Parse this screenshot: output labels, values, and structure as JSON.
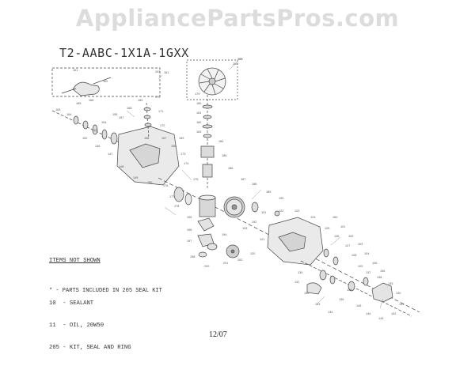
{
  "watermark": "AppliancePartsPros.com",
  "model_number": "T2-AABC-1X1A-1GXX",
  "notes": {
    "header": "ITEMS NOT SHOWN",
    "items": [
      "10  - SEALANT",
      "11  - OIL, 20W50",
      "205 - KIT, SEAL AND RING"
    ],
    "footnote": "* - PARTS INCLUDED IN 205 SEAL KIT"
  },
  "date_code": "12/07",
  "callouts": {
    "fan": "204",
    "inset_box": "203",
    "labels": [
      "199",
      "151",
      "161",
      "162",
      "163",
      "164",
      "165",
      "166",
      "167",
      "168",
      "169",
      "170",
      "171",
      "172",
      "173",
      "174",
      "175",
      "176",
      "177",
      "178",
      "179",
      "180",
      "181",
      "182",
      "183",
      "184",
      "185",
      "186",
      "187",
      "188",
      "189",
      "190",
      "191",
      "192",
      "193",
      "194",
      "195",
      "196",
      "197",
      "198",
      "200",
      "201",
      "202",
      "120",
      "121",
      "122",
      "123",
      "124",
      "125",
      "126",
      "127",
      "128",
      "129",
      "130",
      "131",
      "132",
      "133",
      "134",
      "135",
      "136",
      "137",
      "138",
      "139",
      "140",
      "141",
      "142",
      "143",
      "144",
      "145",
      "146",
      "147",
      "148",
      "149",
      "150",
      "152",
      "153",
      "154",
      "155",
      "156",
      "157",
      "158",
      "159",
      "160",
      "101",
      "102",
      "103",
      "104",
      "105",
      "106",
      "107"
    ]
  }
}
